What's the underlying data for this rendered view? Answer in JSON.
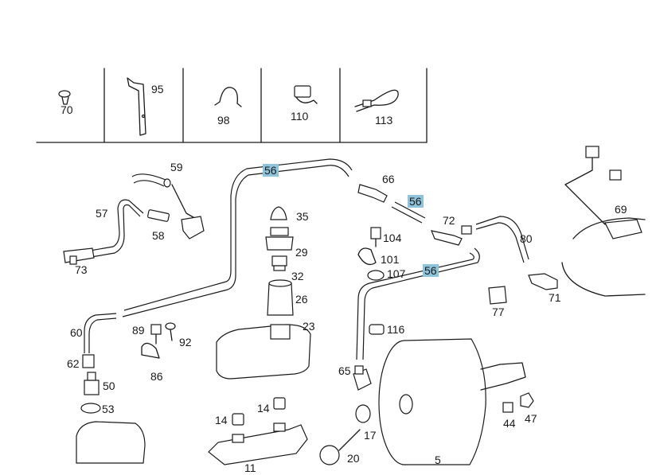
{
  "highlight_color": "#8ec3dc",
  "legend_parts": [
    "70",
    "95",
    "98",
    "110",
    "113"
  ],
  "labels": {
    "p59": "59",
    "p57": "57",
    "p58": "58",
    "p73": "73",
    "p56a": "56",
    "p56b": "56",
    "p56c": "56",
    "p66": "66",
    "p72": "72",
    "p80": "80",
    "p69": "69",
    "p35": "35",
    "p29": "29",
    "p32": "32",
    "p26": "26",
    "p23": "23",
    "p104": "104",
    "p101": "101",
    "p107": "107",
    "p60": "60",
    "p89": "89",
    "p92": "92",
    "p86": "86",
    "p62": "62",
    "p50": "50",
    "p53": "53",
    "p116": "116",
    "p77": "77",
    "p71": "71",
    "p65": "65",
    "p44": "44",
    "p47": "47",
    "p14a": "14",
    "p14b": "14",
    "p17": "17",
    "p11": "11",
    "p20": "20",
    "p5": "5"
  }
}
